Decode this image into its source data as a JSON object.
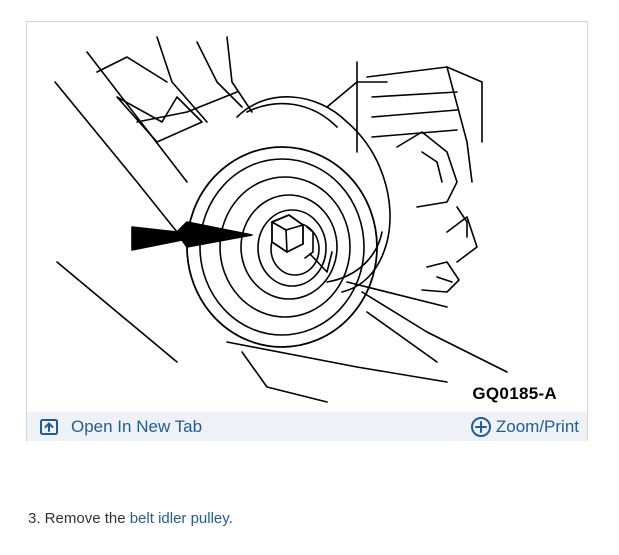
{
  "figure": {
    "code": "GQ0185-A",
    "open_tab_label": "Open In New Tab",
    "zoom_label": "Zoom/Print"
  },
  "icons": {
    "open_tab": "open-new-tab-icon",
    "zoom": "zoom-plus-circle-icon"
  },
  "instruction": {
    "prefix": "3. Remove the ",
    "link_text": "belt idler pulley",
    "suffix": "."
  },
  "colors": {
    "link": "#1f5d99",
    "toolbar_bg": "#eef2f7",
    "frame_border": "#d6d6d6"
  }
}
